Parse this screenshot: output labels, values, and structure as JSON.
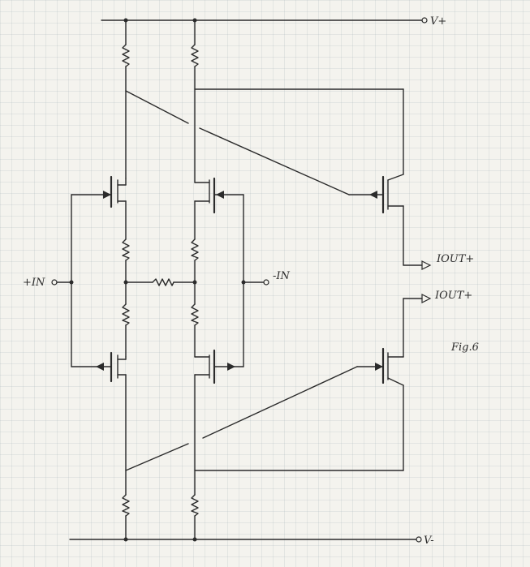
{
  "figure": {
    "caption": "Fig.6",
    "labels": {
      "v_plus": "V+",
      "v_minus": "V-",
      "in_plus": "+IN",
      "in_minus": "-IN",
      "iout_top": "IOUT+",
      "iout_bottom": "IOUT+"
    }
  },
  "colors": {
    "ink": "#2b2b2b",
    "paper": "#f4f3ee",
    "grid": "#96a5af"
  }
}
